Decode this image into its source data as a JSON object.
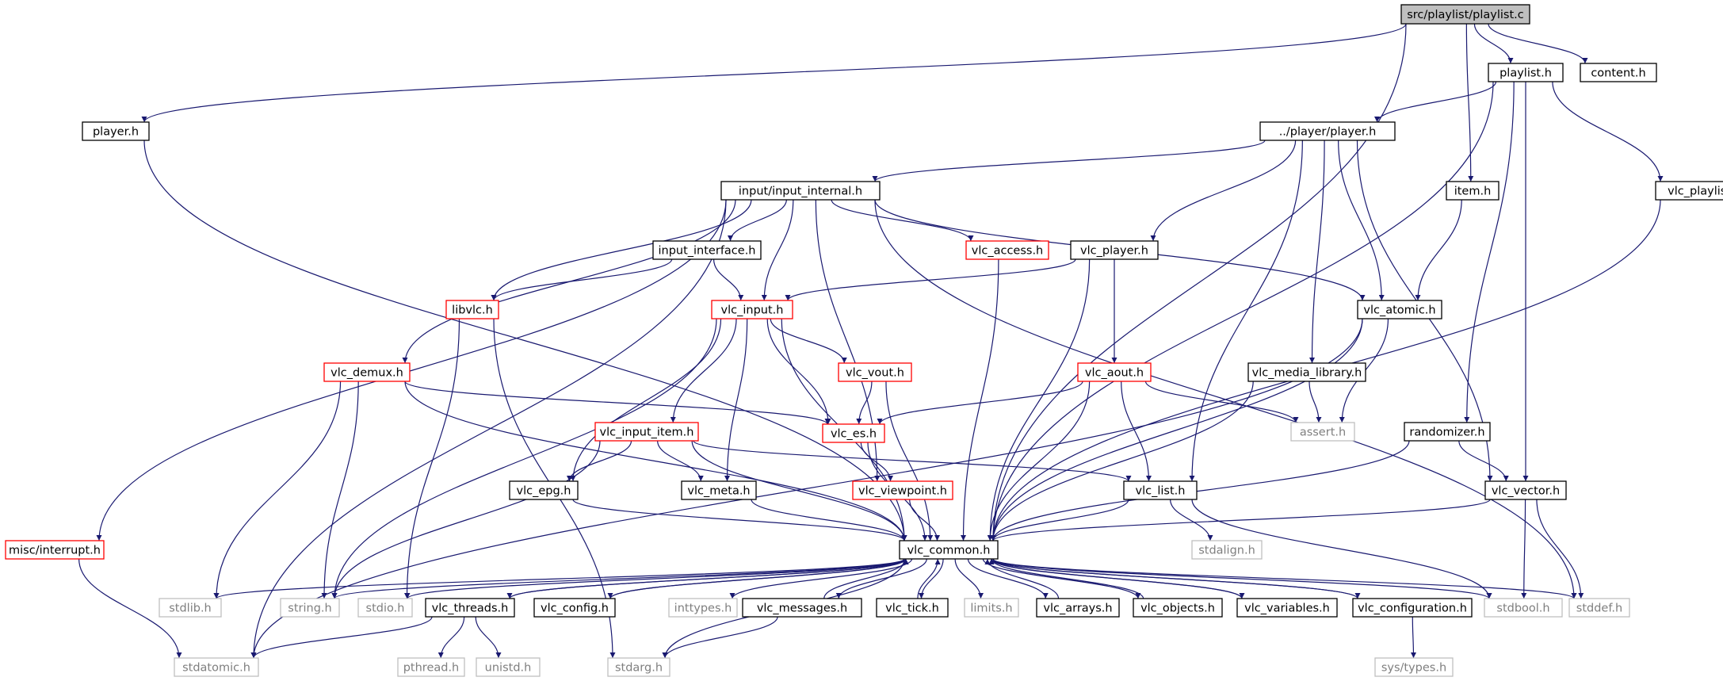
{
  "colors": {
    "edge": "#191970",
    "border_normal": "#000000",
    "border_missing": "#ff0000",
    "border_system": "#bfbfbf",
    "fill_root": "#bfbfbf",
    "text_system": "#7f7f7f",
    "text": "#000000"
  },
  "graph": {
    "nodes": [
      {
        "id": "root",
        "label": "src/playlist/playlist.c",
        "kind": "root"
      },
      {
        "id": "player_h",
        "label": "player.h",
        "kind": "normal"
      },
      {
        "id": "playlist_h",
        "label": "playlist.h",
        "kind": "normal"
      },
      {
        "id": "content_h",
        "label": "content.h",
        "kind": "normal"
      },
      {
        "id": "pplayer_h",
        "label": "../player/player.h",
        "kind": "normal"
      },
      {
        "id": "item_h",
        "label": "item.h",
        "kind": "normal"
      },
      {
        "id": "vlc_playlist_h",
        "label": "vlc_playlist.h",
        "kind": "normal"
      },
      {
        "id": "input_internal_h",
        "label": "input/input_internal.h",
        "kind": "normal"
      },
      {
        "id": "input_interface_h",
        "label": "input_interface.h",
        "kind": "normal"
      },
      {
        "id": "vlc_access_h",
        "label": "vlc_access.h",
        "kind": "missing"
      },
      {
        "id": "vlc_player_h",
        "label": "vlc_player.h",
        "kind": "normal"
      },
      {
        "id": "libvlc_h",
        "label": "libvlc.h",
        "kind": "missing"
      },
      {
        "id": "vlc_input_h",
        "label": "vlc_input.h",
        "kind": "missing"
      },
      {
        "id": "vlc_atomic_h",
        "label": "vlc_atomic.h",
        "kind": "normal"
      },
      {
        "id": "vlc_demux_h",
        "label": "vlc_demux.h",
        "kind": "missing"
      },
      {
        "id": "vlc_vout_h",
        "label": "vlc_vout.h",
        "kind": "missing"
      },
      {
        "id": "vlc_aout_h",
        "label": "vlc_aout.h",
        "kind": "missing"
      },
      {
        "id": "vlc_media_library_h",
        "label": "vlc_media_library.h",
        "kind": "normal"
      },
      {
        "id": "vlc_es_h",
        "label": "vlc_es.h",
        "kind": "missing"
      },
      {
        "id": "assert_h",
        "label": "assert.h",
        "kind": "system"
      },
      {
        "id": "vlc_input_item_h",
        "label": "vlc_input_item.h",
        "kind": "missing"
      },
      {
        "id": "randomizer_h",
        "label": "randomizer.h",
        "kind": "normal"
      },
      {
        "id": "vlc_epg_h",
        "label": "vlc_epg.h",
        "kind": "normal"
      },
      {
        "id": "vlc_meta_h",
        "label": "vlc_meta.h",
        "kind": "normal"
      },
      {
        "id": "vlc_viewpoint_h",
        "label": "vlc_viewpoint.h",
        "kind": "missing"
      },
      {
        "id": "vlc_list_h",
        "label": "vlc_list.h",
        "kind": "normal"
      },
      {
        "id": "vlc_vector_h",
        "label": "vlc_vector.h",
        "kind": "normal"
      },
      {
        "id": "misc_interrupt_h",
        "label": "misc/interrupt.h",
        "kind": "missing"
      },
      {
        "id": "vlc_common_h",
        "label": "vlc_common.h",
        "kind": "normal"
      },
      {
        "id": "stdalign_h",
        "label": "stdalign.h",
        "kind": "system"
      },
      {
        "id": "stdlib_h",
        "label": "stdlib.h",
        "kind": "system"
      },
      {
        "id": "string_h",
        "label": "string.h",
        "kind": "system"
      },
      {
        "id": "stdio_h",
        "label": "stdio.h",
        "kind": "system"
      },
      {
        "id": "vlc_threads_h",
        "label": "vlc_threads.h",
        "kind": "normal"
      },
      {
        "id": "vlc_config_h",
        "label": "vlc_config.h",
        "kind": "normal"
      },
      {
        "id": "inttypes_h",
        "label": "inttypes.h",
        "kind": "system"
      },
      {
        "id": "vlc_messages_h",
        "label": "vlc_messages.h",
        "kind": "normal"
      },
      {
        "id": "vlc_tick_h",
        "label": "vlc_tick.h",
        "kind": "normal"
      },
      {
        "id": "limits_h",
        "label": "limits.h",
        "kind": "system"
      },
      {
        "id": "vlc_arrays_h",
        "label": "vlc_arrays.h",
        "kind": "normal"
      },
      {
        "id": "vlc_objects_h",
        "label": "vlc_objects.h",
        "kind": "normal"
      },
      {
        "id": "vlc_variables_h",
        "label": "vlc_variables.h",
        "kind": "normal"
      },
      {
        "id": "vlc_configuration_h",
        "label": "vlc_configuration.h",
        "kind": "normal"
      },
      {
        "id": "stdbool_h",
        "label": "stdbool.h",
        "kind": "system"
      },
      {
        "id": "stddef_h",
        "label": "stddef.h",
        "kind": "system"
      },
      {
        "id": "stdatomic_h",
        "label": "stdatomic.h",
        "kind": "system"
      },
      {
        "id": "pthread_h",
        "label": "pthread.h",
        "kind": "system"
      },
      {
        "id": "unistd_h",
        "label": "unistd.h",
        "kind": "system"
      },
      {
        "id": "stdarg_h",
        "label": "stdarg.h",
        "kind": "system"
      },
      {
        "id": "sys_types_h",
        "label": "sys/types.h",
        "kind": "system"
      }
    ],
    "edges": [
      [
        "root",
        "player_h"
      ],
      [
        "root",
        "playlist_h"
      ],
      [
        "root",
        "content_h"
      ],
      [
        "root",
        "item_h"
      ],
      [
        "root",
        "vlc_common_h"
      ],
      [
        "player_h",
        "vlc_common_h"
      ],
      [
        "playlist_h",
        "pplayer_h"
      ],
      [
        "playlist_h",
        "vlc_playlist_h"
      ],
      [
        "playlist_h",
        "randomizer_h"
      ],
      [
        "playlist_h",
        "vlc_vector_h"
      ],
      [
        "playlist_h",
        "vlc_common_h"
      ],
      [
        "pplayer_h",
        "input_internal_h"
      ],
      [
        "pplayer_h",
        "vlc_player_h"
      ],
      [
        "pplayer_h",
        "vlc_atomic_h"
      ],
      [
        "pplayer_h",
        "vlc_media_library_h"
      ],
      [
        "pplayer_h",
        "vlc_list_h"
      ],
      [
        "pplayer_h",
        "vlc_vector_h"
      ],
      [
        "item_h",
        "vlc_atomic_h"
      ],
      [
        "vlc_playlist_h",
        "vlc_common_h"
      ],
      [
        "input_internal_h",
        "input_interface_h"
      ],
      [
        "input_internal_h",
        "vlc_access_h"
      ],
      [
        "input_internal_h",
        "libvlc_h"
      ],
      [
        "input_internal_h",
        "vlc_input_h"
      ],
      [
        "input_internal_h",
        "vlc_demux_h"
      ],
      [
        "input_internal_h",
        "vlc_atomic_h"
      ],
      [
        "input_internal_h",
        "misc_interrupt_h"
      ],
      [
        "input_internal_h",
        "vlc_viewpoint_h"
      ],
      [
        "input_internal_h",
        "stdatomic_h"
      ],
      [
        "input_internal_h",
        "stddef_h"
      ],
      [
        "input_interface_h",
        "vlc_input_h"
      ],
      [
        "input_interface_h",
        "libvlc_h"
      ],
      [
        "vlc_access_h",
        "vlc_common_h"
      ],
      [
        "vlc_player_h",
        "vlc_input_h"
      ],
      [
        "vlc_player_h",
        "vlc_aout_h"
      ],
      [
        "vlc_player_h",
        "vlc_common_h"
      ],
      [
        "libvlc_h",
        "stdio_h"
      ],
      [
        "libvlc_h",
        "stdarg_h"
      ],
      [
        "vlc_input_h",
        "vlc_vout_h"
      ],
      [
        "vlc_input_h",
        "vlc_es_h"
      ],
      [
        "vlc_input_h",
        "vlc_input_item_h"
      ],
      [
        "vlc_input_h",
        "vlc_epg_h"
      ],
      [
        "vlc_input_h",
        "vlc_meta_h"
      ],
      [
        "vlc_input_h",
        "vlc_common_h"
      ],
      [
        "vlc_input_h",
        "string_h"
      ],
      [
        "vlc_atomic_h",
        "assert_h"
      ],
      [
        "vlc_atomic_h",
        "vlc_common_h"
      ],
      [
        "vlc_atomic_h",
        "stdatomic_h"
      ],
      [
        "vlc_demux_h",
        "vlc_es_h"
      ],
      [
        "vlc_demux_h",
        "vlc_common_h"
      ],
      [
        "vlc_demux_h",
        "stdlib_h"
      ],
      [
        "vlc_demux_h",
        "string_h"
      ],
      [
        "vlc_vout_h",
        "vlc_es_h"
      ],
      [
        "vlc_vout_h",
        "vlc_common_h"
      ],
      [
        "vlc_aout_h",
        "vlc_es_h"
      ],
      [
        "vlc_aout_h",
        "assert_h"
      ],
      [
        "vlc_aout_h",
        "vlc_list_h"
      ],
      [
        "vlc_aout_h",
        "vlc_common_h"
      ],
      [
        "vlc_media_library_h",
        "assert_h"
      ],
      [
        "vlc_media_library_h",
        "vlc_common_h"
      ],
      [
        "vlc_es_h",
        "vlc_viewpoint_h"
      ],
      [
        "vlc_es_h",
        "vlc_common_h"
      ],
      [
        "vlc_input_item_h",
        "vlc_epg_h"
      ],
      [
        "vlc_input_item_h",
        "vlc_meta_h"
      ],
      [
        "vlc_input_item_h",
        "vlc_list_h"
      ],
      [
        "vlc_input_item_h",
        "vlc_common_h"
      ],
      [
        "vlc_input_item_h",
        "string_h"
      ],
      [
        "randomizer_h",
        "vlc_vector_h"
      ],
      [
        "randomizer_h",
        "vlc_common_h"
      ],
      [
        "vlc_epg_h",
        "vlc_common_h"
      ],
      [
        "vlc_meta_h",
        "vlc_common_h"
      ],
      [
        "vlc_viewpoint_h",
        "vlc_common_h"
      ],
      [
        "vlc_list_h",
        "vlc_common_h"
      ],
      [
        "vlc_list_h",
        "stdalign_h"
      ],
      [
        "vlc_list_h",
        "stdbool_h"
      ],
      [
        "vlc_vector_h",
        "vlc_common_h"
      ],
      [
        "vlc_vector_h",
        "stdbool_h"
      ],
      [
        "vlc_vector_h",
        "stddef_h"
      ],
      [
        "misc_interrupt_h",
        "stdatomic_h"
      ],
      [
        "vlc_common_h",
        "stdlib_h"
      ],
      [
        "vlc_common_h",
        "string_h"
      ],
      [
        "vlc_common_h",
        "stdio_h"
      ],
      [
        "vlc_common_h",
        "vlc_threads_h"
      ],
      [
        "vlc_common_h",
        "vlc_config_h"
      ],
      [
        "vlc_common_h",
        "inttypes_h"
      ],
      [
        "vlc_common_h",
        "vlc_messages_h"
      ],
      [
        "vlc_common_h",
        "vlc_tick_h"
      ],
      [
        "vlc_common_h",
        "limits_h"
      ],
      [
        "vlc_common_h",
        "vlc_arrays_h"
      ],
      [
        "vlc_common_h",
        "vlc_objects_h"
      ],
      [
        "vlc_common_h",
        "vlc_variables_h"
      ],
      [
        "vlc_common_h",
        "vlc_configuration_h"
      ],
      [
        "vlc_common_h",
        "stdbool_h"
      ],
      [
        "vlc_common_h",
        "stddef_h"
      ],
      [
        "vlc_common_h",
        "stdarg_h"
      ],
      [
        "vlc_threads_h",
        "vlc_common_h"
      ],
      [
        "vlc_threads_h",
        "stdatomic_h"
      ],
      [
        "vlc_threads_h",
        "pthread_h"
      ],
      [
        "vlc_threads_h",
        "unistd_h"
      ],
      [
        "vlc_config_h",
        "vlc_common_h"
      ],
      [
        "vlc_messages_h",
        "vlc_common_h"
      ],
      [
        "vlc_messages_h",
        "stdarg_h"
      ],
      [
        "vlc_tick_h",
        "vlc_common_h"
      ],
      [
        "vlc_arrays_h",
        "vlc_common_h"
      ],
      [
        "vlc_objects_h",
        "vlc_common_h"
      ],
      [
        "vlc_variables_h",
        "vlc_common_h"
      ],
      [
        "vlc_configuration_h",
        "vlc_common_h"
      ],
      [
        "vlc_configuration_h",
        "sys_types_h"
      ]
    ]
  }
}
